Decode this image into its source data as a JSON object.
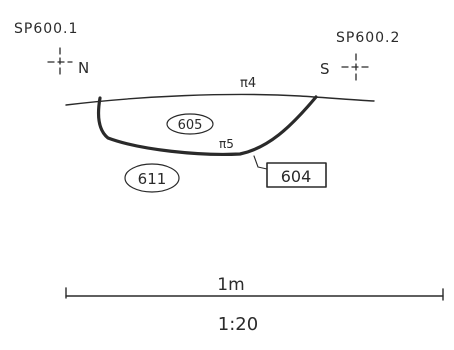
{
  "survey_points": {
    "left": {
      "label": "SP600.1",
      "direction": "N"
    },
    "right": {
      "label": "SP600.2",
      "direction": "S"
    }
  },
  "contexts": {
    "upper_fill": "605",
    "context_beside": "611",
    "cut_label": "604"
  },
  "levels": {
    "surface": "π4",
    "base": "π5"
  },
  "scale_bar": {
    "length_label": "1m",
    "ratio": "1:20"
  }
}
